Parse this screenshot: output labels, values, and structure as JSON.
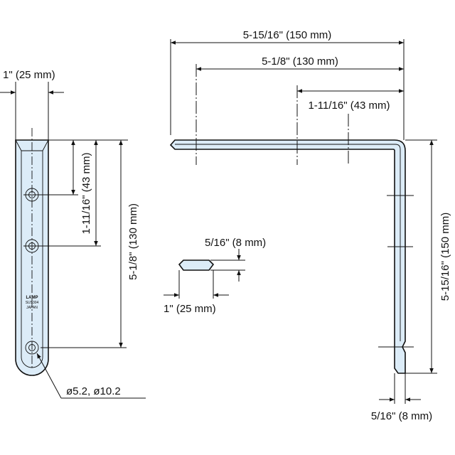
{
  "front_view": {
    "width_dim": "1\" (25 mm)",
    "hole_pitch_dim": "1-11/16\" (43 mm)",
    "hole_span_dim": "5-1/8\" (130 mm)",
    "hole_callout": "ø5.2, ø10.2",
    "marking": {
      "brand": "LAMP",
      "material": "SUS304",
      "origin": "JAPAN"
    }
  },
  "side_view": {
    "overall_length_dim": "5-15/16\" (150 mm)",
    "length_dim_2": "5-1/8\" (130 mm)",
    "pitch_dim": "1-11/16\" (43 mm)",
    "height_dim": "5-15/16\" (150 mm)",
    "thickness_dim": "5/16\" (8 mm)"
  },
  "section": {
    "thickness_dim": "5/16\" (8 mm)",
    "width_dim": "1\" (25 mm)"
  },
  "colors": {
    "part_fill": "#dcecf8",
    "line": "#111111"
  }
}
